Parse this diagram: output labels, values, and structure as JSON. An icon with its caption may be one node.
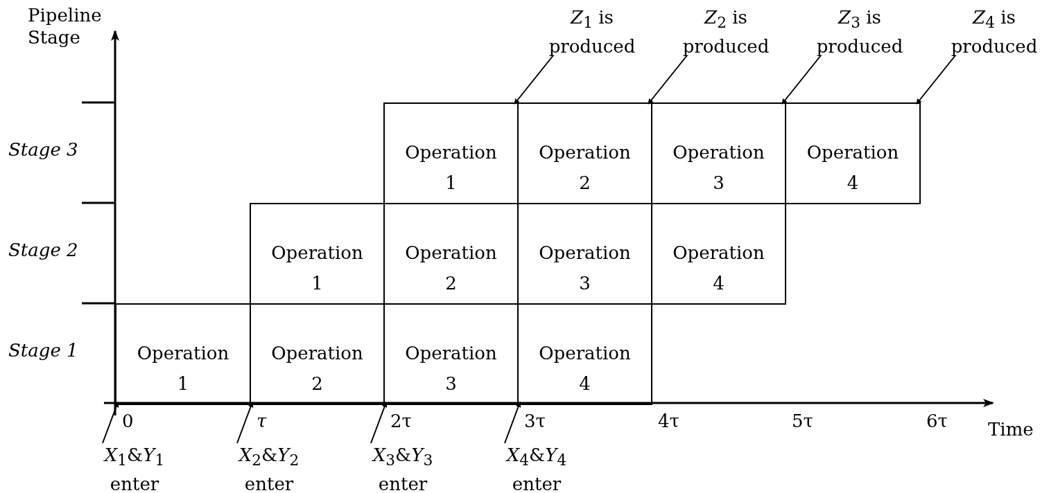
{
  "diagram": {
    "nodes": [
      {
        "text": [
          "*Z*$_{1}$ is produced"
        ]
      },
      {
        "text": [
          "*Z*$_{2}$ is produced"
        ]
      },
      {
        "text": [
          "*Z*$_{3}$ is produced"
        ]
      },
      {
        "text": [
          "*Z*$_{4}$ is produced"
        ]
      },
      {
        "text": [
          "Operation 1"
        ]
      },
      {
        "text": [
          "Operation 2"
        ]
      },
      {
        "text": [
          "Operation 3"
        ]
      },
      {
        "text": [
          "Operation 4"
        ]
      },
      {
        "text": [
          "Operation 1"
        ]
      },
      {
        "text": [
          "Operation 2"
        ]
      },
      {
        "text": [
          "Operation 3"
        ]
      },
      {
        "text": [
          "Operation 4"
        ]
      },
      {
        "text": [
          "Operation 1"
        ]
      },
      {
        "text": [
          "Operation 2"
        ]
      },
      {
        "text": [
          "Operation 3"
        ]
      },
      {
        "text": [
          "Operation 4"
        ]
      },
      {
        "text": [
          "*X*$_{1}$&*Y*$_{1}$ enter"
        ]
      },
      {
        "text": [
          "*X*$_{2}$&*Y*$_{2}$ enter"
        ]
      },
      {
        "text": [
          "*X*$_{3}$&*Y*$_{3}$ enter"
        ]
      },
      {
        "text": [
          "*X*$_{4}$&*Y*$_{4}$ enter"
        ]
      }
    ],
    "edges": [
      {
        "from": 0,
        "to": 4,
        "arrow": "to"
      },
      {
        "from": 1,
        "to": 5,
        "arrow": "to"
      },
      {
        "from": 2,
        "to": 6,
        "arrow": "to"
      },
      {
        "from": 3,
        "to": 7,
        "arrow": "to"
      },
      {
        "from": 16,
        "to": 12,
        "arrow": "to"
      },
      {
        "from": 17,
        "to": 13,
        "arrow": "to"
      },
      {
        "from": 18,
        "to": 14,
        "arrow": "to"
      },
      {
        "from": 19,
        "to": 15,
        "arrow": "to"
      }
    ],
    "labels": [
      "Pipeline Stage",
      "Stage 3",
      "Stage 2",
      "Stage 1",
      "0",
      "τ",
      "2τ",
      "3τ",
      "4τ",
      "5τ",
      "6τ",
      "Time"
    ]
  }
}
